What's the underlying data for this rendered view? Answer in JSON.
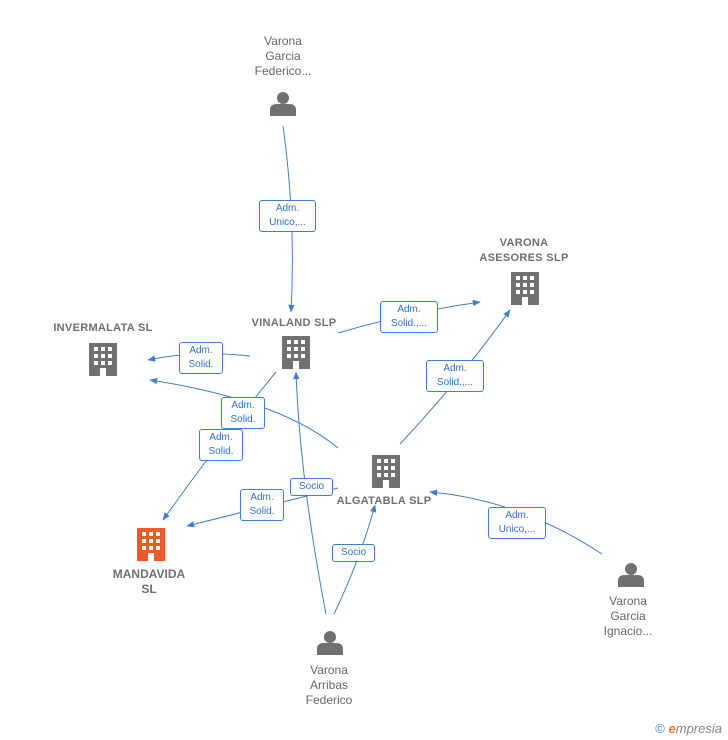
{
  "nodes": {
    "varona_garcia_federico": {
      "label": "Varona\nGarcia\nFederico...",
      "type": "person"
    },
    "varona_asesores": {
      "label": "VARONA\nASESORES SLP",
      "type": "company"
    },
    "invermalata": {
      "label": "INVERMALATA SL",
      "type": "company"
    },
    "vinaland": {
      "label": "VINALAND  SLP",
      "type": "company"
    },
    "algatabla": {
      "label": "ALGATABLA  SLP",
      "type": "company"
    },
    "mandavida": {
      "label": "MANDAVIDA\nSL",
      "type": "company-focus"
    },
    "varona_garcia_ignacio": {
      "label": "Varona\nGarcia\nIgnacio...",
      "type": "person"
    },
    "varona_arribas": {
      "label": "Varona\nArribas\nFederico",
      "type": "person"
    }
  },
  "edges": {
    "e1": {
      "label": "Adm.\nUnico,...",
      "from": "Varona Garcia Federico...",
      "to": "VINALAND SLP"
    },
    "e2": {
      "label": "Adm.\nSolid.,...",
      "from": "VINALAND SLP",
      "to": "VARONA ASESORES SLP"
    },
    "e3": {
      "label": "Adm.\nSolid.",
      "from": "VINALAND SLP",
      "to": "INVERMALATA SL"
    },
    "e4": {
      "label": "Adm.\nSolid.",
      "from": "ALGATABLA SLP",
      "to": "INVERMALATA SL"
    },
    "e5": {
      "label": "Adm.\nSolid.",
      "from": "VINALAND SLP",
      "to": "MANDAVIDA SL"
    },
    "e6": {
      "label": "Adm.\nSolid.,...",
      "from": "ALGATABLA SLP",
      "to": "VARONA ASESORES SLP"
    },
    "e7": {
      "label": "Adm.\nSolid.",
      "from": "ALGATABLA SLP",
      "to": "MANDAVIDA SL"
    },
    "e8": {
      "label": "Socio",
      "from": "Varona Arribas Federico",
      "to": "VINALAND SLP"
    },
    "e9": {
      "label": "Socio",
      "from": "Varona Arribas Federico",
      "to": "ALGATABLA SLP"
    },
    "e10": {
      "label": "Adm.\nUnico,...",
      "from": "Varona Garcia Ignacio...",
      "to": "ALGATABLA SLP"
    }
  },
  "colors": {
    "edge": "#3d7fd6",
    "node": "#707070",
    "focus": "#f05a28"
  },
  "footer": {
    "copyright": "©",
    "brand_e": "e",
    "brand_rest": "mpresia"
  }
}
